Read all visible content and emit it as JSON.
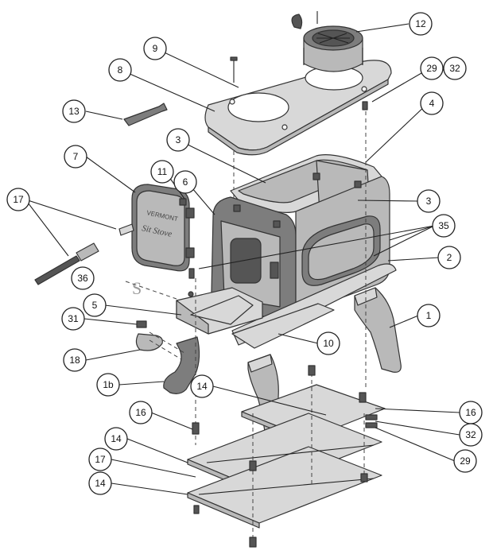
{
  "callouts": [
    {
      "label": "12"
    },
    {
      "label": "9"
    },
    {
      "label": "8"
    },
    {
      "label": "29"
    },
    {
      "label": "32"
    },
    {
      "label": "13"
    },
    {
      "label": "4"
    },
    {
      "label": "3"
    },
    {
      "label": "7"
    },
    {
      "label": "11"
    },
    {
      "label": "6"
    },
    {
      "label": "17"
    },
    {
      "label": "3"
    },
    {
      "label": "35"
    },
    {
      "label": "2"
    },
    {
      "label": "36"
    },
    {
      "label": "5"
    },
    {
      "label": "1"
    },
    {
      "label": "31"
    },
    {
      "label": "10"
    },
    {
      "label": "18"
    },
    {
      "label": "1b"
    },
    {
      "label": "14"
    },
    {
      "label": "16"
    },
    {
      "label": "16"
    },
    {
      "label": "32"
    },
    {
      "label": "14"
    },
    {
      "label": "29"
    },
    {
      "label": "17"
    },
    {
      "label": "14"
    }
  ],
  "markings": {
    "s_hook": "S",
    "door_text_line1": "VERMONT",
    "door_text_line2": "Sit Stove"
  }
}
